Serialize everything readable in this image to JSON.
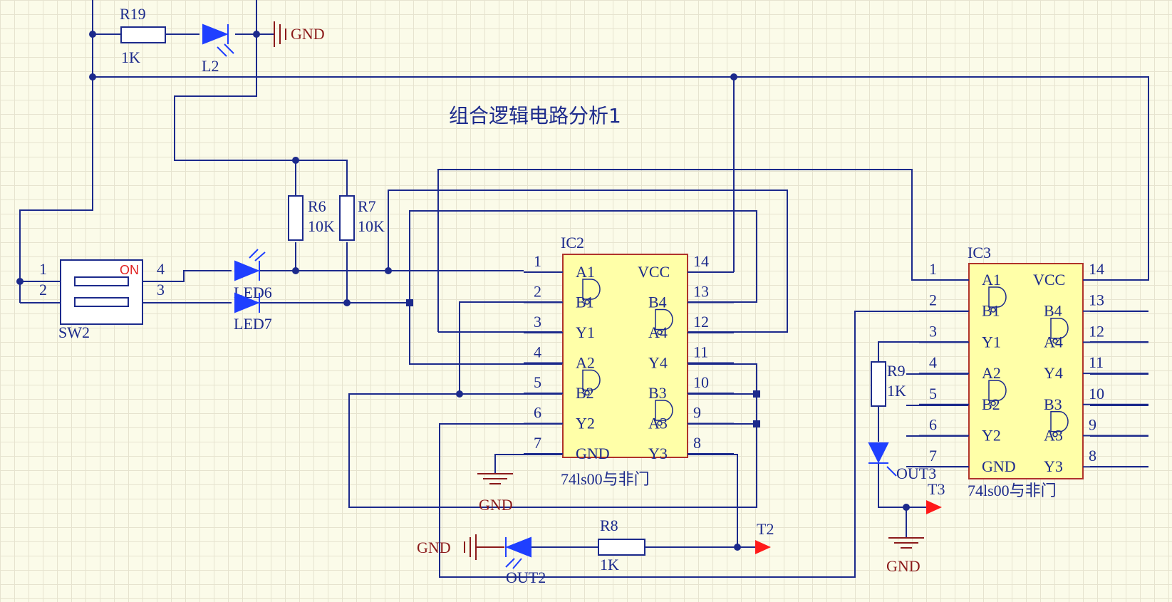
{
  "title": "组合逻辑电路分析1",
  "components": {
    "r19": {
      "ref": "R19",
      "value": "1K"
    },
    "l2": {
      "ref": "L2"
    },
    "r6": {
      "ref": "R6",
      "value": "10K"
    },
    "r7": {
      "ref": "R7",
      "value": "10K"
    },
    "r8": {
      "ref": "R8",
      "value": "1K"
    },
    "r9": {
      "ref": "R9",
      "value": "1K"
    },
    "led6": {
      "ref": "LED6"
    },
    "led7": {
      "ref": "LED7"
    },
    "out2": {
      "ref": "OUT2"
    },
    "out3": {
      "ref": "OUT3"
    },
    "sw2": {
      "ref": "SW2",
      "on_label": "ON",
      "pins": [
        "1",
        "2",
        "4",
        "3"
      ]
    },
    "t2": {
      "ref": "T2"
    },
    "t3": {
      "ref": "T3"
    },
    "gnd": "GND"
  },
  "ic2": {
    "ref": "IC2",
    "part": "74ls00与非门",
    "left_pins": [
      "1",
      "2",
      "3",
      "4",
      "5",
      "6",
      "7"
    ],
    "right_pins": [
      "14",
      "13",
      "12",
      "11",
      "10",
      "9",
      "8"
    ],
    "left_labels": [
      "A1",
      "B1",
      "Y1",
      "A2",
      "B2",
      "Y2",
      "GND"
    ],
    "right_labels": [
      "VCC",
      "B4",
      "A4",
      "Y4",
      "B3",
      "A3",
      "Y3"
    ]
  },
  "ic3": {
    "ref": "IC3",
    "part": "74ls00与非门",
    "left_pins": [
      "1",
      "2",
      "3",
      "4",
      "5",
      "6",
      "7"
    ],
    "right_pins": [
      "14",
      "13",
      "12",
      "11",
      "10",
      "9",
      "8"
    ],
    "left_labels": [
      "A1",
      "B1",
      "Y1",
      "A2",
      "B2",
      "Y2",
      "GND"
    ],
    "right_labels": [
      "VCC",
      "B4",
      "A4",
      "Y4",
      "B3",
      "A3",
      "Y3"
    ]
  },
  "colors": {
    "wire": "#1c2a8c",
    "chip_fill": "#ffffa8",
    "chip_border": "#b0332a",
    "gnd": "#8b1a1a",
    "led": "#1f3fff",
    "port": "#ff1a1a"
  }
}
